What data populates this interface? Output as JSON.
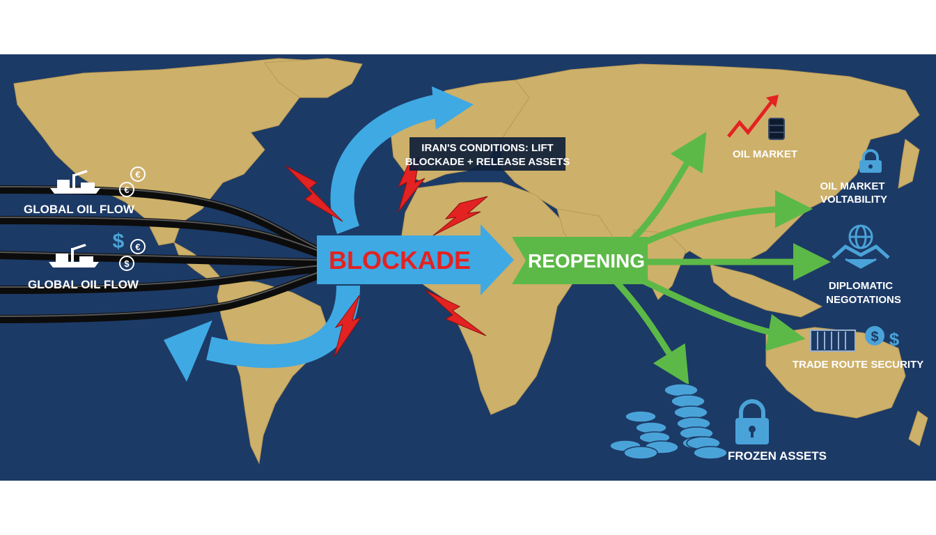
{
  "colors": {
    "ocean": "#1c3a66",
    "land": "#cdb06a",
    "blockade_arrow": "#3fa9e3",
    "reopen_arrow": "#5cb947",
    "blockade_text": "#e32222",
    "label_text": "#ffffff",
    "bolt": "#e32222",
    "pipe": "#1c1c1c",
    "coin": "#4aa3d8"
  },
  "labels": {
    "global_oil_flow_top": "GLOBAL OIL FLOW",
    "global_oil_flow_bottom": "GLOBAL OIL FLOW",
    "blockade": "BLOCKADE",
    "reopening": "REOPENING",
    "conditions_line1": "IRAN'S CONDITIONS: LIFT",
    "conditions_line2": "BLOCKADE + RELEASE ASSETS",
    "oil_market": "OIL MARKET",
    "volatility_line1": "OIL MARKET",
    "volatility_line2": "VOLTABILITY",
    "diplomatic_line1": "DIPLOMATIC",
    "diplomatic_line2": "NEGOTATIONS",
    "trade_route": "TRADE ROUTE SECURITY",
    "frozen_assets": "FROZEN ASSETS"
  },
  "symbols": {
    "euro": "€",
    "dollar": "$"
  },
  "icons": [
    "ship-icon",
    "euro-coin-icon",
    "dollar-coin-icon",
    "oil-barrel-icon",
    "rising-trend-icon",
    "padlock-icon",
    "handshake-globe-icon",
    "container-icon",
    "dollar-badge-icon",
    "coin-stack-icon",
    "lightning-bolt-icon"
  ]
}
